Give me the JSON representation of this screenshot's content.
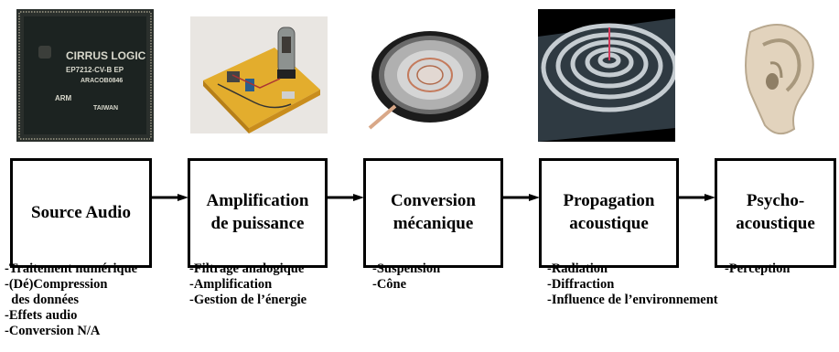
{
  "stages": [
    {
      "title": "Source Audio",
      "image": "audio-processor-chip",
      "notes": [
        "-Traitement numérique",
        "-(Dé)Compression",
        "  des données",
        "-Effets audio",
        "-Conversion N/A"
      ]
    },
    {
      "title": "Amplification\nde puissance",
      "image": "tube-amplifier-circuit",
      "notes": [
        "-Filtrage analogique",
        "-Amplification",
        "-Gestion de l’énergie"
      ]
    },
    {
      "title": "Conversion\nmécanique",
      "image": "loudspeaker",
      "notes": [
        "-Suspension",
        "-Cône"
      ]
    },
    {
      "title": "Propagation\nacoustique",
      "image": "wave-propagation-surface",
      "notes": [
        "-Radiation",
        "-Diffraction",
        "-Influence de l’environnement"
      ]
    },
    {
      "title": "Psycho-\nacoustique",
      "image": "human-ear",
      "notes": [
        "-Perception"
      ]
    }
  ],
  "chip_text": [
    "CIRRUS LOGIC",
    "EP7212-CV-B EP",
    "ARACOB0846",
    "ARM",
    "TAIWAN"
  ]
}
